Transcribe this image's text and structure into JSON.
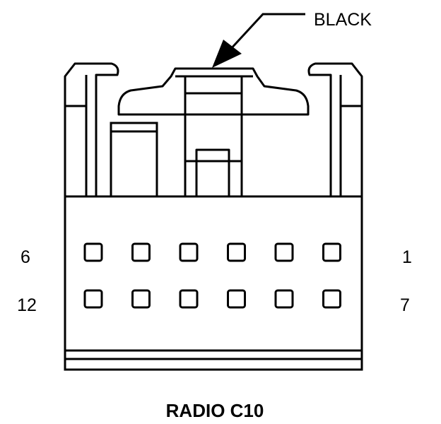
{
  "diagram": {
    "color_label": "BLACK",
    "title": "RADIO C10",
    "pin_labels": {
      "top_left": "6",
      "top_right": "1",
      "bottom_left": "12",
      "bottom_right": "7"
    },
    "pin_rows": 2,
    "pins_per_row": 6
  },
  "colors": {
    "line": "#000000",
    "background": "#ffffff"
  }
}
